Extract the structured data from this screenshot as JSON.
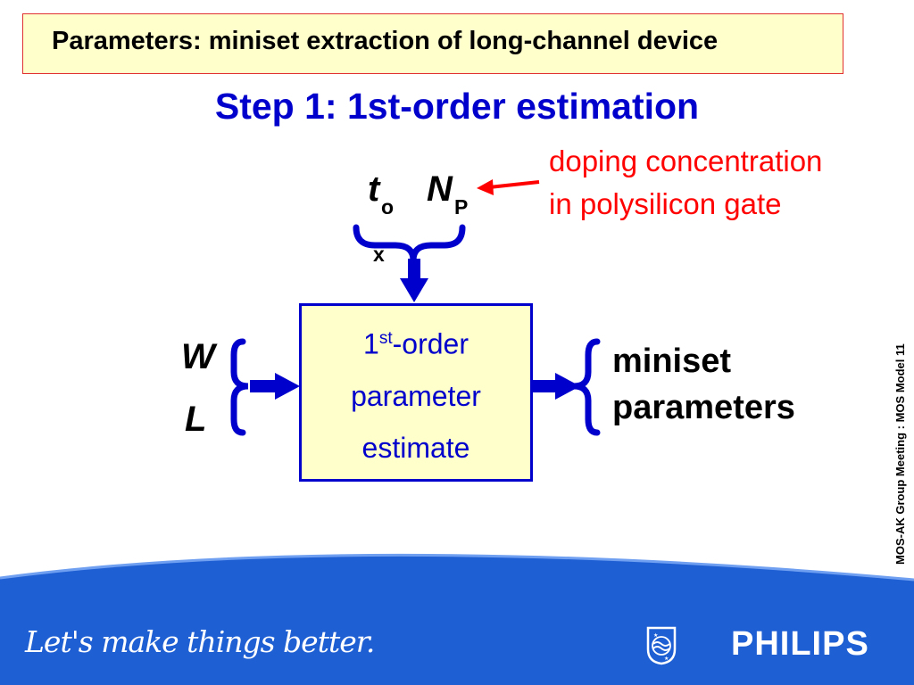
{
  "slide": {
    "title": "Parameters: miniset extraction of long-channel device",
    "step": "Step 1: 1st-order estimation",
    "annotation": {
      "line1": "doping concentration",
      "line2": "in polysilicon gate"
    },
    "inputs_top": {
      "tox_var": "t",
      "tox_sub_1": "o",
      "tox_sub_2": "x",
      "np_var": "N",
      "np_sub": "P"
    },
    "inputs_left": {
      "w": "W",
      "l": "L"
    },
    "box": {
      "line1_num": "1",
      "line1_sup": "st",
      "line1_rest": "-order",
      "line2": "parameter",
      "line3": "estimate"
    },
    "outputs": {
      "line1": "miniset",
      "line2": "parameters"
    },
    "side_text": "MOS-AK Group Meeting : MOS Model 11"
  },
  "footer": {
    "slogan": "Let's make things better.",
    "brand": "PHILIPS"
  },
  "colors": {
    "accent_blue": "#0000cc",
    "annotation_red": "#ff0000",
    "box_fill": "#ffffcc",
    "footer_blue": "#1f5fd4"
  }
}
